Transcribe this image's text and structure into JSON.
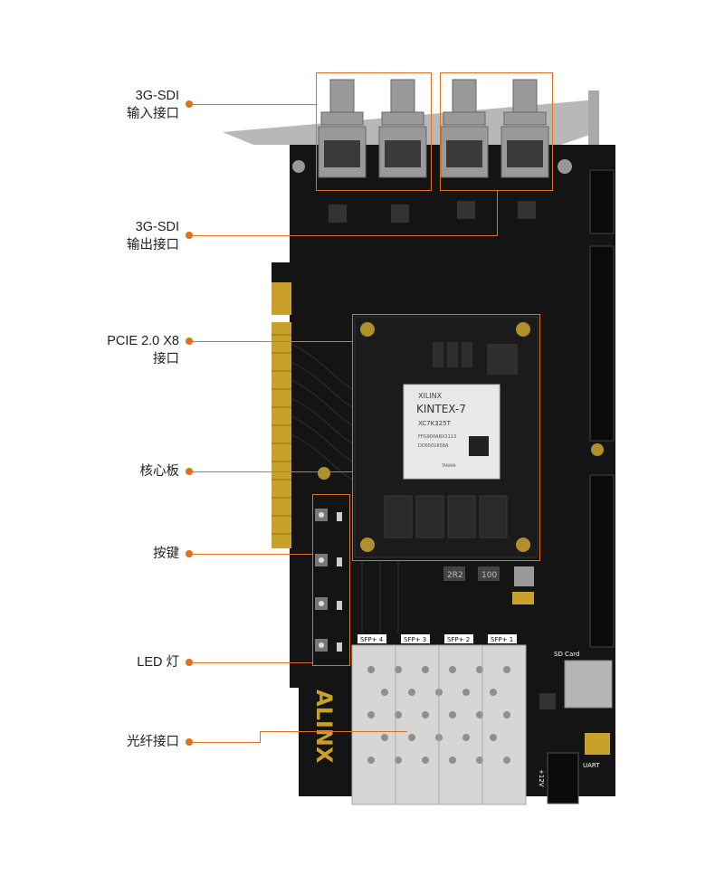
{
  "callouts": [
    {
      "label": "3G-SDI\n输入接口"
    },
    {
      "label": "3G-SDI\n输出接口"
    },
    {
      "label": "PCIE 2.0 X8\n接口"
    },
    {
      "label": "核心板"
    },
    {
      "label": "按键"
    },
    {
      "label": "LED 灯"
    },
    {
      "label": "光纤接口"
    }
  ],
  "board": {
    "chip_lines": [
      "XILINX",
      "KINTEX-7",
      "XC7K325T",
      "FFG900ABX2113",
      "DD6501858A",
      "TAIWAN"
    ],
    "sfp_labels": [
      "SFP+ 4",
      "SFP+ 3",
      "SFP+ 2",
      "SFP+ 1"
    ],
    "brand": "ALINX",
    "sd_label": "SD Card",
    "uart_label": "UART",
    "power_label": "+12V",
    "inductor_label": "2R2",
    "inductor_label2": "100"
  },
  "colors": {
    "accent": "#e0701f",
    "pcb": "#141414"
  }
}
